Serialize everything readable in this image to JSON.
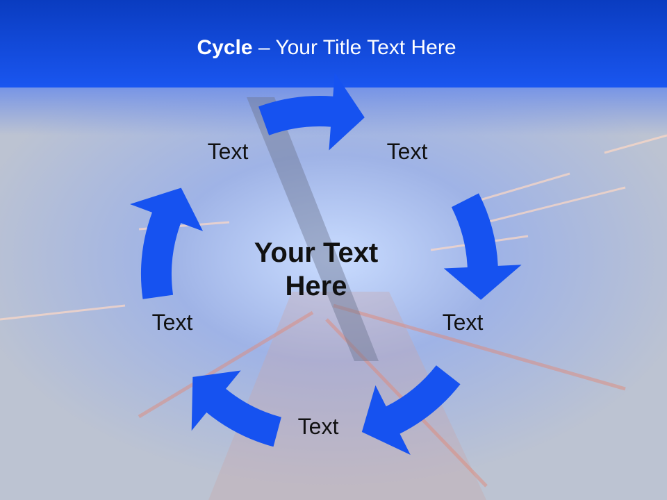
{
  "slide": {
    "title_bold": "Cycle",
    "title_rest": " – Your Title Text Here",
    "center_line1": "Your Text",
    "center_line2": "Here",
    "labels": [
      "Text",
      "Text",
      "Text",
      "Text",
      "Text"
    ]
  },
  "colors": {
    "header_top": "#0a3cc0",
    "header_bottom": "#1a56f0",
    "arrow": "#1652f0",
    "background": "#b8bfcf"
  },
  "diagram": {
    "type": "cycle",
    "arrow_count": 5,
    "direction": "clockwise"
  }
}
